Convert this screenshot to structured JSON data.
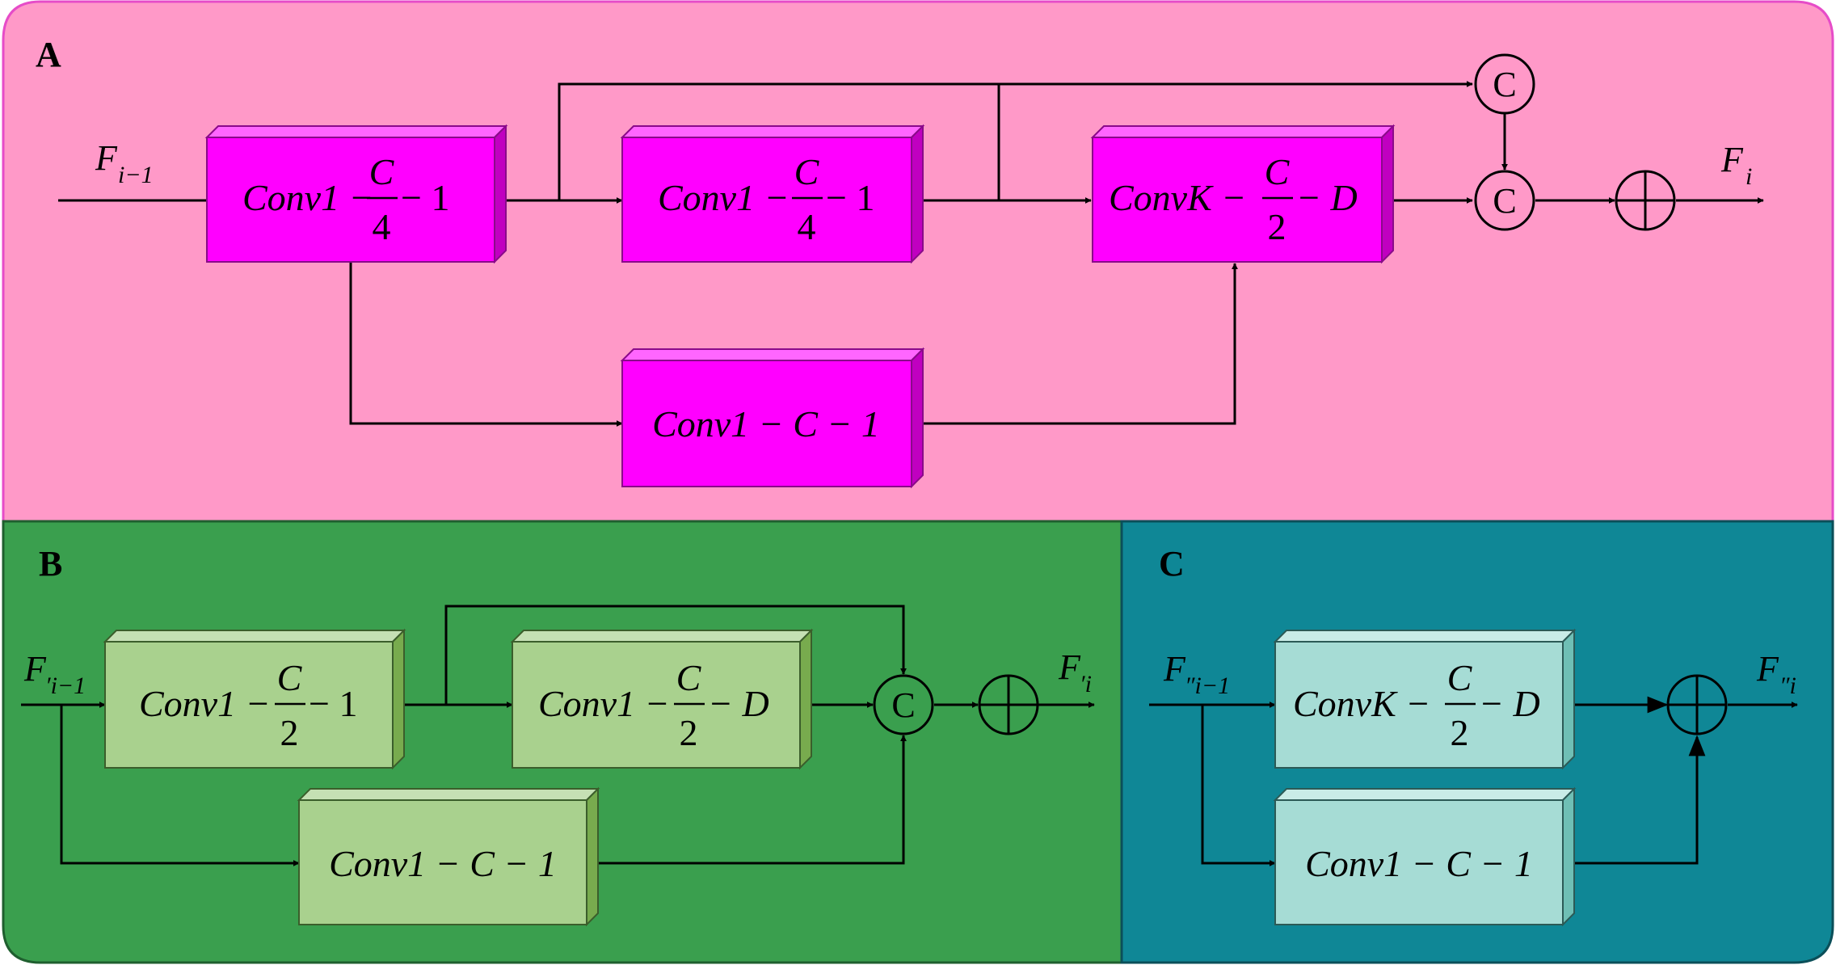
{
  "colors": {
    "panel_a_bg": "#ff99c8",
    "panel_a_border": "#e64cc8",
    "panel_b_bg": "#3a9f4e",
    "panel_c_bg": "#0f8796",
    "magenta_block": "#ff00ff",
    "magenta_top": "#ff66ff",
    "magenta_side": "#c000c0",
    "green_block": "#a9d18e",
    "green_top": "#c5e0b4",
    "green_side": "#78ab4e",
    "teal_block": "#a6dcd5",
    "teal_top": "#c9ece7",
    "teal_side": "#6fbfb5"
  },
  "panels": {
    "a": {
      "label": "A",
      "input": "F_{i−1}",
      "output": "F_i",
      "blocks": {
        "b1": {
          "main": "Conv1 − ",
          "num": "C",
          "den": "4",
          "tail": " − 1"
        },
        "b2": {
          "main": "Conv1 − ",
          "num": "C",
          "den": "4",
          "tail": " − 1"
        },
        "b3": {
          "main": "ConvK − ",
          "num": "C",
          "den": "2",
          "tail": " − D"
        },
        "b4": {
          "main": "Conv1 − C − 1"
        }
      },
      "concat_top": "C",
      "concat": "C"
    },
    "b": {
      "label": "B",
      "input": "F′_{i−1}",
      "output": "F′_i",
      "blocks": {
        "b1": {
          "main": "Conv1 − ",
          "num": "C",
          "den": "2",
          "tail": " − 1"
        },
        "b2": {
          "main": "Conv1 − ",
          "num": "C",
          "den": "2",
          "tail": " − D"
        },
        "b3": {
          "main": "Conv1 − C − 1"
        }
      },
      "concat": "C"
    },
    "c": {
      "label": "C",
      "input": "F″_{i−1}",
      "output": "F″_i",
      "blocks": {
        "b1": {
          "main": "ConvK − ",
          "num": "C",
          "den": "2",
          "tail": " − D"
        },
        "b2": {
          "main": "Conv1 − C − 1"
        }
      }
    }
  }
}
